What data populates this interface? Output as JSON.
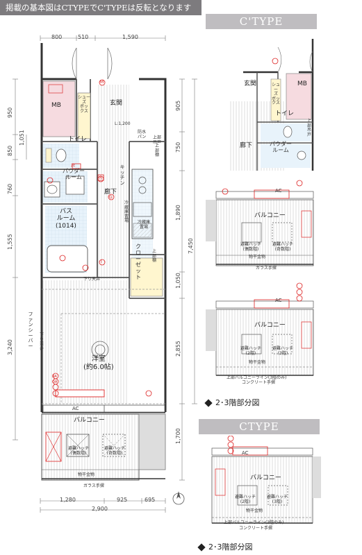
{
  "header": {
    "note": "掲載の基本図はCTYPEでC'TYPEは反転となります"
  },
  "dimensions_top": [
    "800",
    "510",
    "1,590"
  ],
  "dimensions_left": [
    "950",
    "1,051",
    "850",
    "760",
    "1,555",
    "3,240"
  ],
  "dimensions_right": [
    "905",
    "750",
    "1,890",
    "7,450",
    "1,050",
    "2,855",
    "1,700"
  ],
  "dimensions_bottom": [
    "1,280",
    "925",
    "695",
    "2,900"
  ],
  "rooms": {
    "mb": "MB",
    "shoe_box": "シュー\nズ\nボックス",
    "entrance": "玄関",
    "toilet": "トイレ",
    "powder_room": "パウダー\nルーム",
    "bathroom": "バス\nルーム\n(1014)",
    "kitchen": "キッチン",
    "corridor": "廊下",
    "closet": "クロー\nゼット",
    "western_room": "洋室\n(約6.0帖)",
    "balcony": "バルコニー",
    "upper_cabinet": "上部棚",
    "upper_cabinet_2": "上部棚",
    "bath_dryer": "防水\nパン",
    "fridge_space": "冷蔵庫\n置場",
    "shoe_box_r": "上部\n吊戸",
    "fan_shelf": "ファンシーバー",
    "down_ceiling": "下り天井",
    "down_ceiling_2": "下り天井",
    "fridge": "冷蔵庫置場",
    "dining_ref": "L:1,200"
  },
  "labels": {
    "ac": "AC",
    "hatch_even": "避難ハッチ\n(偶数階)",
    "hatch_odd": "避難ハッチ\n(奇数階)",
    "hatch_2f": "避難ハッチ\n(2階)",
    "hatch_3f": "避難ハッチ\n(3階)",
    "glass_rail": "ガラス手摺",
    "dry_rail": "物干金物",
    "upper_line": "上部バルコニーライン(3階のみ)",
    "concrete_rail": "コンクリート手摺"
  },
  "ctype_prime": {
    "title": "C'TYPE",
    "mb": "MB",
    "shoe_box": "シュー\nズ\nボックス",
    "entrance": "玄関",
    "toilet": "トイレ",
    "powder_room": "パウダー\nルーム",
    "corridor": "廊下",
    "upper": "上部\n吊戸"
  },
  "partial_caption_1": "2･3階部分図",
  "ctype": {
    "title": "CTYPE"
  },
  "partial_caption_2": "2･3階部分図",
  "symbols": [
    "M",
    "R",
    "G",
    "I",
    "RA",
    "OA",
    "2E"
  ]
}
